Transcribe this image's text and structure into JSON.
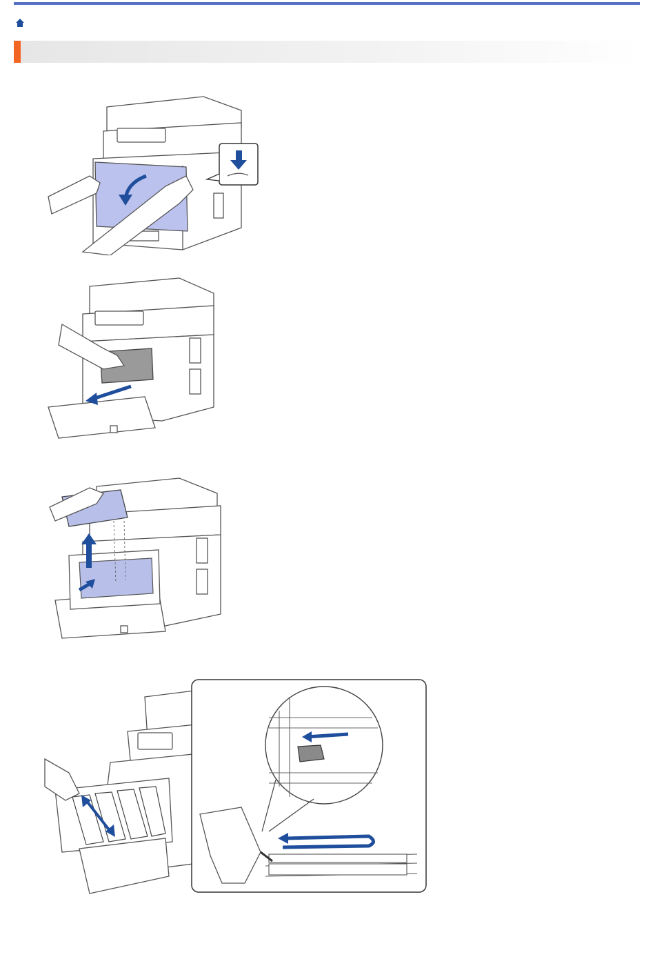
{
  "header": {
    "home_icon": "home-icon",
    "accent_color": "#f26522",
    "rule_color": "#5470c4"
  },
  "illustrations": [
    {
      "id": "step-open-front-cover",
      "icon": "arrow-down-icon"
    },
    {
      "id": "step-pull-out-drum",
      "icon": "arrow-pull-icon"
    },
    {
      "id": "step-remove-toner",
      "icon": "arrow-up-icon"
    },
    {
      "id": "step-clean-corona-wire",
      "icon": "slide-tab-icon"
    }
  ],
  "colors": {
    "line": "#555555",
    "blue": "#1f4e9c",
    "cover": "#bcc2ee",
    "cart": "#b8c0ea"
  }
}
